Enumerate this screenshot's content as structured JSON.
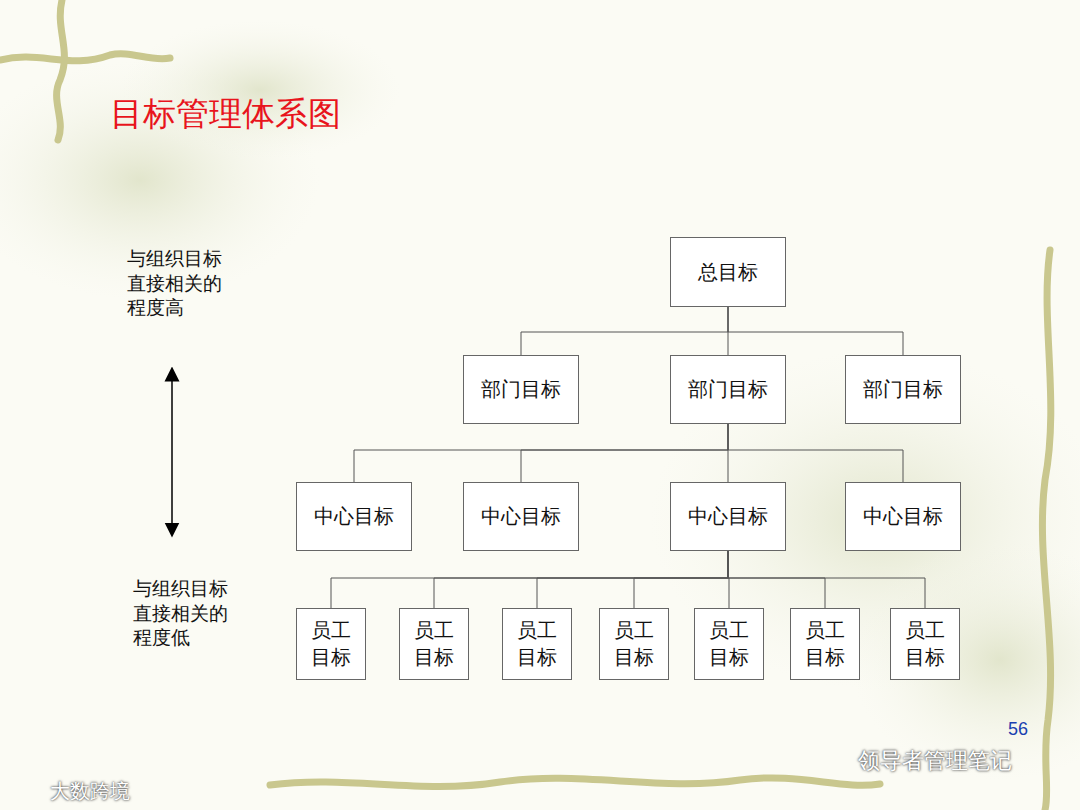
{
  "diagram": {
    "title": "目标管理体系图",
    "nodes": [
      {
        "text": [
          "总目标"
        ]
      },
      {
        "text": [
          "部门目标"
        ]
      },
      {
        "text": [
          "部门目标"
        ]
      },
      {
        "text": [
          "部门目标"
        ]
      },
      {
        "text": [
          "中心目标"
        ]
      },
      {
        "text": [
          "中心目标"
        ]
      },
      {
        "text": [
          "中心目标"
        ]
      },
      {
        "text": [
          "中心目标"
        ]
      },
      {
        "text": [
          "员工 目标"
        ]
      },
      {
        "text": [
          "员工 目标"
        ]
      },
      {
        "text": [
          "员工 目标"
        ]
      },
      {
        "text": [
          "员工 目标"
        ]
      },
      {
        "text": [
          "员工 目标"
        ]
      },
      {
        "text": [
          "员工 目标"
        ]
      },
      {
        "text": [
          "员工 目标"
        ]
      }
    ],
    "edges": [
      {
        "from": 0,
        "to": 1,
        "arrow": "none"
      },
      {
        "from": 0,
        "to": 2,
        "arrow": "none"
      },
      {
        "from": 0,
        "to": 3,
        "arrow": "none"
      },
      {
        "from": 2,
        "to": 4,
        "arrow": "none"
      },
      {
        "from": 2,
        "to": 5,
        "arrow": "none"
      },
      {
        "from": 2,
        "to": 6,
        "arrow": "none"
      },
      {
        "from": 2,
        "to": 7,
        "arrow": "none"
      },
      {
        "from": 6,
        "to": 8,
        "arrow": "none"
      },
      {
        "from": 6,
        "to": 9,
        "arrow": "none"
      },
      {
        "from": 6,
        "to": 10,
        "arrow": "none"
      },
      {
        "from": 6,
        "to": 11,
        "arrow": "none"
      },
      {
        "from": 6,
        "to": 12,
        "arrow": "none"
      },
      {
        "from": 6,
        "to": 13,
        "arrow": "none"
      },
      {
        "from": 6,
        "to": 14,
        "arrow": "none"
      }
    ],
    "labels": [
      "与组织目标 直接相关的 程度高",
      "与组织目标 直接相关的 程度低",
      "56",
      "领导者管理笔记",
      "大数跨境"
    ]
  }
}
